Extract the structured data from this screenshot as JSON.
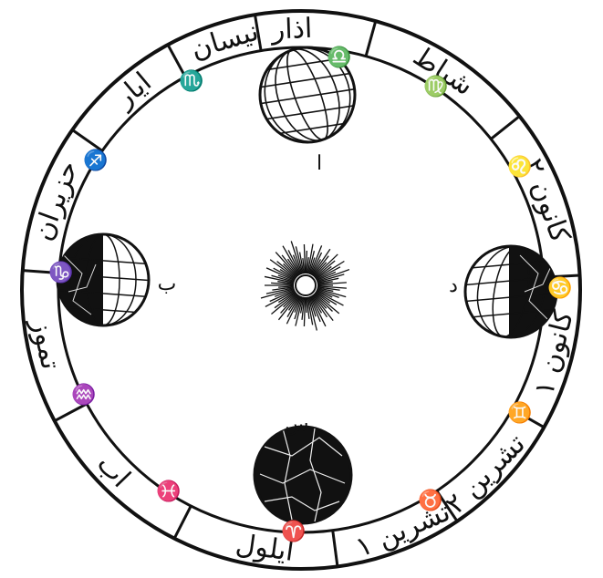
{
  "diagram": {
    "colors": {
      "ink": "#111111",
      "paper": "#ffffff"
    },
    "months": [
      {
        "id": "adhar",
        "label": "اذار",
        "mid_deg": -92
      },
      {
        "id": "shubat",
        "label": "شباط",
        "mid_deg": -57
      },
      {
        "id": "kanun-thani",
        "label": "كانون ٢",
        "mid_deg": -20
      },
      {
        "id": "kanun-awwal",
        "label": "كانون ١",
        "mid_deg": 14
      },
      {
        "id": "tishrin-thani",
        "label": "تشرين ٢",
        "mid_deg": 45
      },
      {
        "id": "tishrin-awwal",
        "label": "تشرين ١",
        "mid_deg": 67
      },
      {
        "id": "aylul",
        "label": "ايلول",
        "mid_deg": 98
      },
      {
        "id": "aab",
        "label": "اب",
        "mid_deg": 136
      },
      {
        "id": "tammuz",
        "label": "تموز",
        "mid_deg": 168
      },
      {
        "id": "haziran",
        "label": "حزيران",
        "mid_deg": 200
      },
      {
        "id": "ayyar",
        "label": "ايار",
        "mid_deg": 230
      },
      {
        "id": "nisan",
        "label": "نيسان",
        "mid_deg": 253
      }
    ],
    "zodiac": [
      {
        "id": "libra",
        "glyph": "♎"
      },
      {
        "id": "virgo",
        "glyph": "♍"
      },
      {
        "id": "scorpio",
        "glyph": "♏"
      },
      {
        "id": "sagittarius",
        "glyph": "♐"
      },
      {
        "id": "capricorn",
        "glyph": "♑"
      },
      {
        "id": "aquarius",
        "glyph": "♒"
      },
      {
        "id": "pisces",
        "glyph": "♓"
      },
      {
        "id": "aries",
        "glyph": "♈"
      },
      {
        "id": "taurus",
        "glyph": "♉"
      },
      {
        "id": "gemini",
        "glyph": "♊"
      },
      {
        "id": "cancer",
        "glyph": "♋"
      },
      {
        "id": "leo",
        "glyph": "♌"
      }
    ],
    "earth_letters": {
      "top": "ا",
      "left": "ب",
      "right": "د",
      "bottom": "س"
    }
  }
}
